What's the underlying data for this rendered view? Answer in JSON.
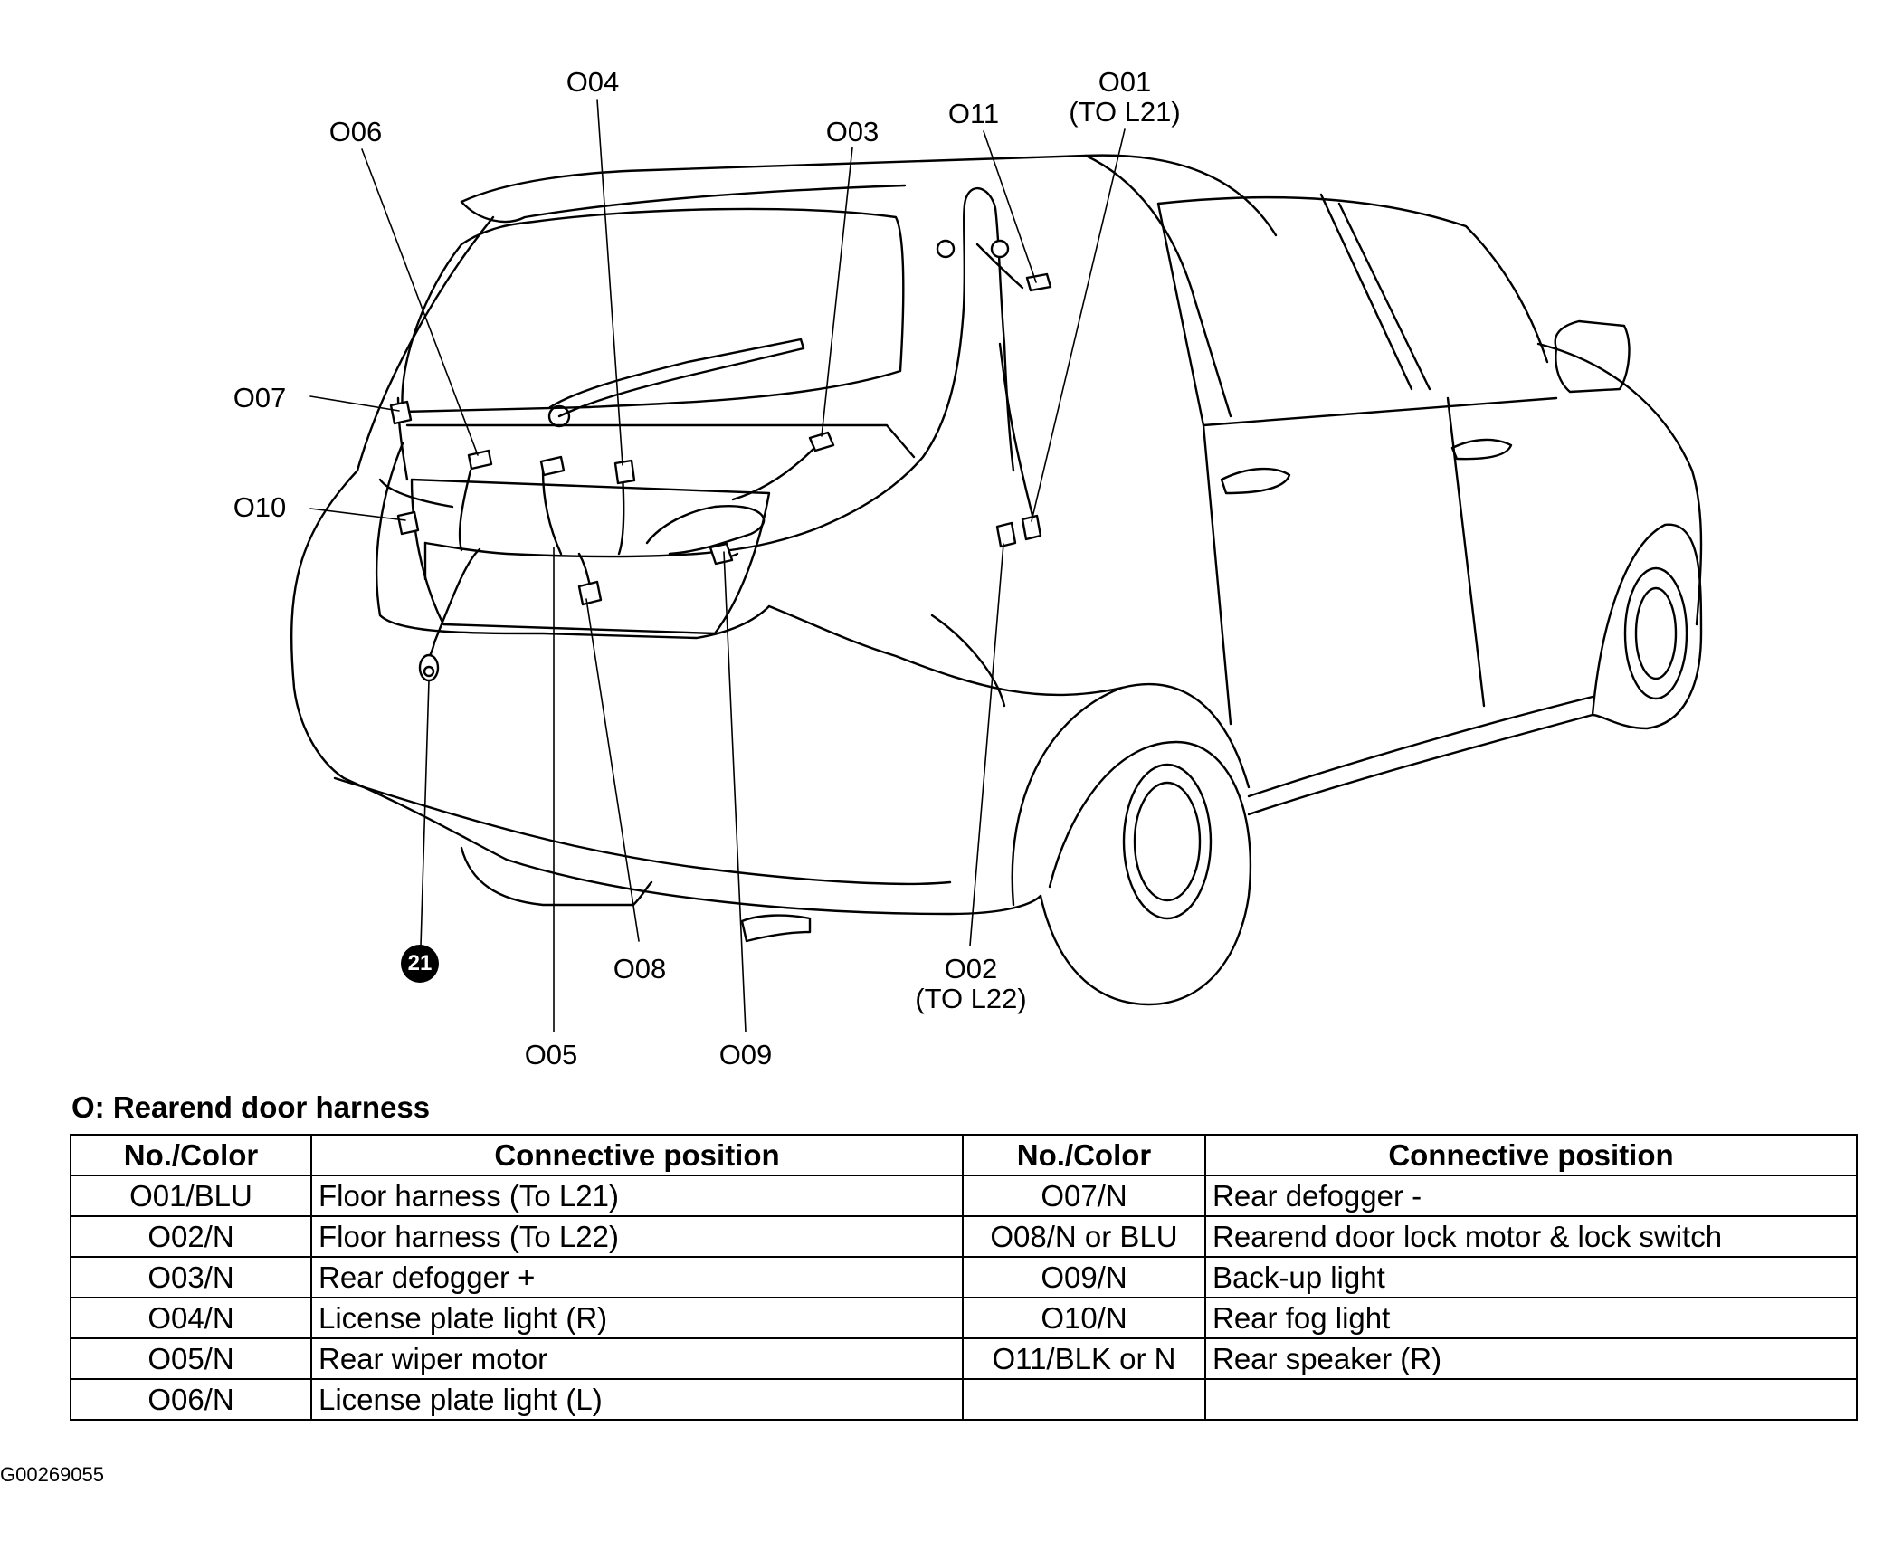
{
  "callouts": {
    "o01": {
      "label": "O01",
      "sub": "(TO L21)"
    },
    "o02": {
      "label": "O02",
      "sub": "(TO L22)"
    },
    "o03": {
      "label": "O03"
    },
    "o04": {
      "label": "O04"
    },
    "o05": {
      "label": "O05"
    },
    "o06": {
      "label": "O06"
    },
    "o07": {
      "label": "O07"
    },
    "o08": {
      "label": "O08"
    },
    "o09": {
      "label": "O09"
    },
    "o10": {
      "label": "O10"
    },
    "o11": {
      "label": "O11"
    },
    "ground": {
      "label": "21"
    }
  },
  "table": {
    "title": "O: Rearend door harness",
    "headers": {
      "no_color": "No./Color",
      "position": "Connective position"
    },
    "rows": [
      {
        "left": {
          "no": "O01/BLU",
          "pos": "Floor harness (To L21)"
        },
        "right": {
          "no": "O07/N",
          "pos": "Rear defogger -"
        }
      },
      {
        "left": {
          "no": "O02/N",
          "pos": "Floor harness (To L22)"
        },
        "right": {
          "no": "O08/N or BLU",
          "pos": "Rearend door lock motor & lock switch"
        }
      },
      {
        "left": {
          "no": "O03/N",
          "pos": "Rear defogger +"
        },
        "right": {
          "no": "O09/N",
          "pos": "Back-up light"
        }
      },
      {
        "left": {
          "no": "O04/N",
          "pos": "License plate light (R)"
        },
        "right": {
          "no": "O10/N",
          "pos": "Rear fog light"
        }
      },
      {
        "left": {
          "no": "O05/N",
          "pos": "Rear wiper motor"
        },
        "right": {
          "no": "O11/BLK or N",
          "pos": "Rear speaker (R)"
        }
      },
      {
        "left": {
          "no": "O06/N",
          "pos": "License plate light (L)"
        },
        "right": {
          "no": "",
          "pos": ""
        }
      }
    ]
  },
  "figure_id": "G00269055"
}
